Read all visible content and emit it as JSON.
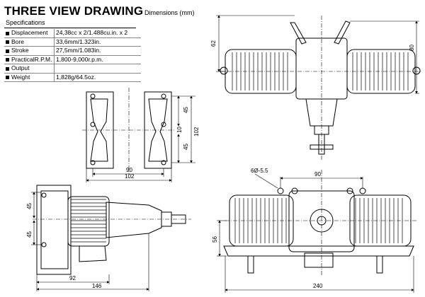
{
  "header": {
    "title": "THREE VIEW DRAWING",
    "units_note": "Dimensions (mm)"
  },
  "specifications": {
    "heading": "Specifications",
    "rows": [
      {
        "label": "Displacement",
        "value": "24,38cc x 2/1.488cu.in. x 2"
      },
      {
        "label": "Bore",
        "value": "33,6mm/1.323in."
      },
      {
        "label": "Stroke",
        "value": "27,5mm/1.083in."
      },
      {
        "label": "PracticalR.P.M.",
        "value": "1,800-9,000r.p.m."
      },
      {
        "label": "Output",
        "value": ""
      },
      {
        "label": "Weight",
        "value": "1,828g/64.5oz."
      }
    ]
  },
  "dimensions": {
    "mount_pattern": {
      "width_inner": "90",
      "width_outer": "102",
      "v_upper": "45",
      "v_center": "10",
      "v_lower": "45",
      "v_total": "102"
    },
    "top_view": {
      "height_left": "62",
      "height_right": "80"
    },
    "side_view": {
      "v_upper": "45",
      "v_lower": "45",
      "h_inner": "92",
      "h_total": "146"
    },
    "front_view": {
      "holes": "6Ø-5.5",
      "h_top": "90",
      "v_left": "56",
      "h_total": "240"
    }
  }
}
